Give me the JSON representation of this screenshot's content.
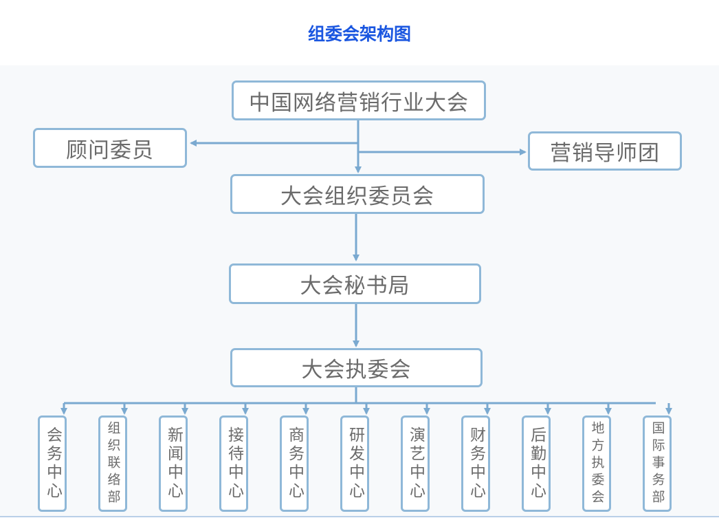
{
  "title": "组委会架构图",
  "colors": {
    "title": "#1a56e0",
    "box_border": "#8fb8d8",
    "text": "#6b6b6b",
    "connector": "#7aa9d0"
  },
  "nodes": {
    "root": "中国网络营销行业大会",
    "advisors": "顾问委员",
    "mentors": "营销导师团",
    "organizing_committee": "大会组织委员会",
    "secretariat": "大会秘书局",
    "executive_committee": "大会执委会"
  },
  "departments": [
    {
      "label": "会务中心"
    },
    {
      "label": "组织联络部"
    },
    {
      "label": "新闻中心"
    },
    {
      "label": "接待中心"
    },
    {
      "label": "商务中心"
    },
    {
      "label": "研发中心"
    },
    {
      "label": "演艺中心"
    },
    {
      "label": "财务中心"
    },
    {
      "label": "后勤中心"
    },
    {
      "label": "地方执委会"
    },
    {
      "label": "国际事务部"
    }
  ]
}
